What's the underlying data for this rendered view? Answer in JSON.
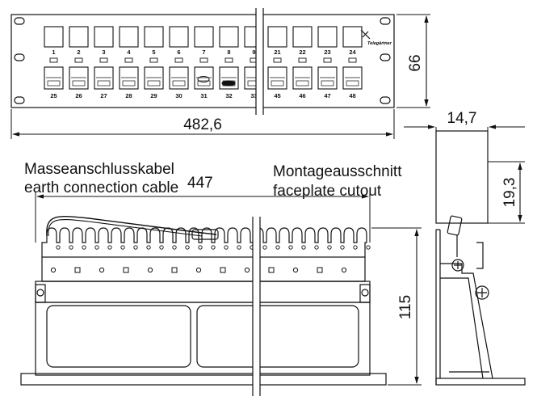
{
  "dimensions": {
    "width": "482,6",
    "height_front": "66",
    "depth_plate": "14,7",
    "height_plate": "19,3",
    "width_inner": "447",
    "height_side": "115"
  },
  "ports": {
    "top_row": [
      "1",
      "2",
      "3",
      "4",
      "5",
      "6",
      "7",
      "8",
      "9",
      "21",
      "22",
      "23",
      "24"
    ],
    "bottom_row": [
      "25",
      "26",
      "27",
      "28",
      "29",
      "30",
      "31",
      "32",
      "33",
      "45",
      "46",
      "47",
      "48"
    ]
  },
  "labels": {
    "ground_de": "Masseanschlusskabel",
    "ground_en": "earth connection cable",
    "cutout_de": "Montageausschnitt",
    "cutout_en": "faceplate cutout"
  },
  "brand": "Telegärtner"
}
